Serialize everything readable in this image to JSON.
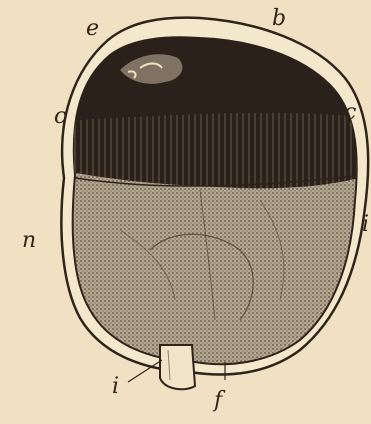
{
  "colors": {
    "paper": "#efe1c2",
    "ink": "#2e2419",
    "dark_cap": "#2b211b",
    "stipple": "#9c8f7a"
  },
  "labels": {
    "top_left": "e",
    "top_right": "b",
    "left_mid": "c",
    "right_mid": "c",
    "left_low": "n",
    "right_edge": "i",
    "bottom_left": "i",
    "bottom_right": "f"
  }
}
